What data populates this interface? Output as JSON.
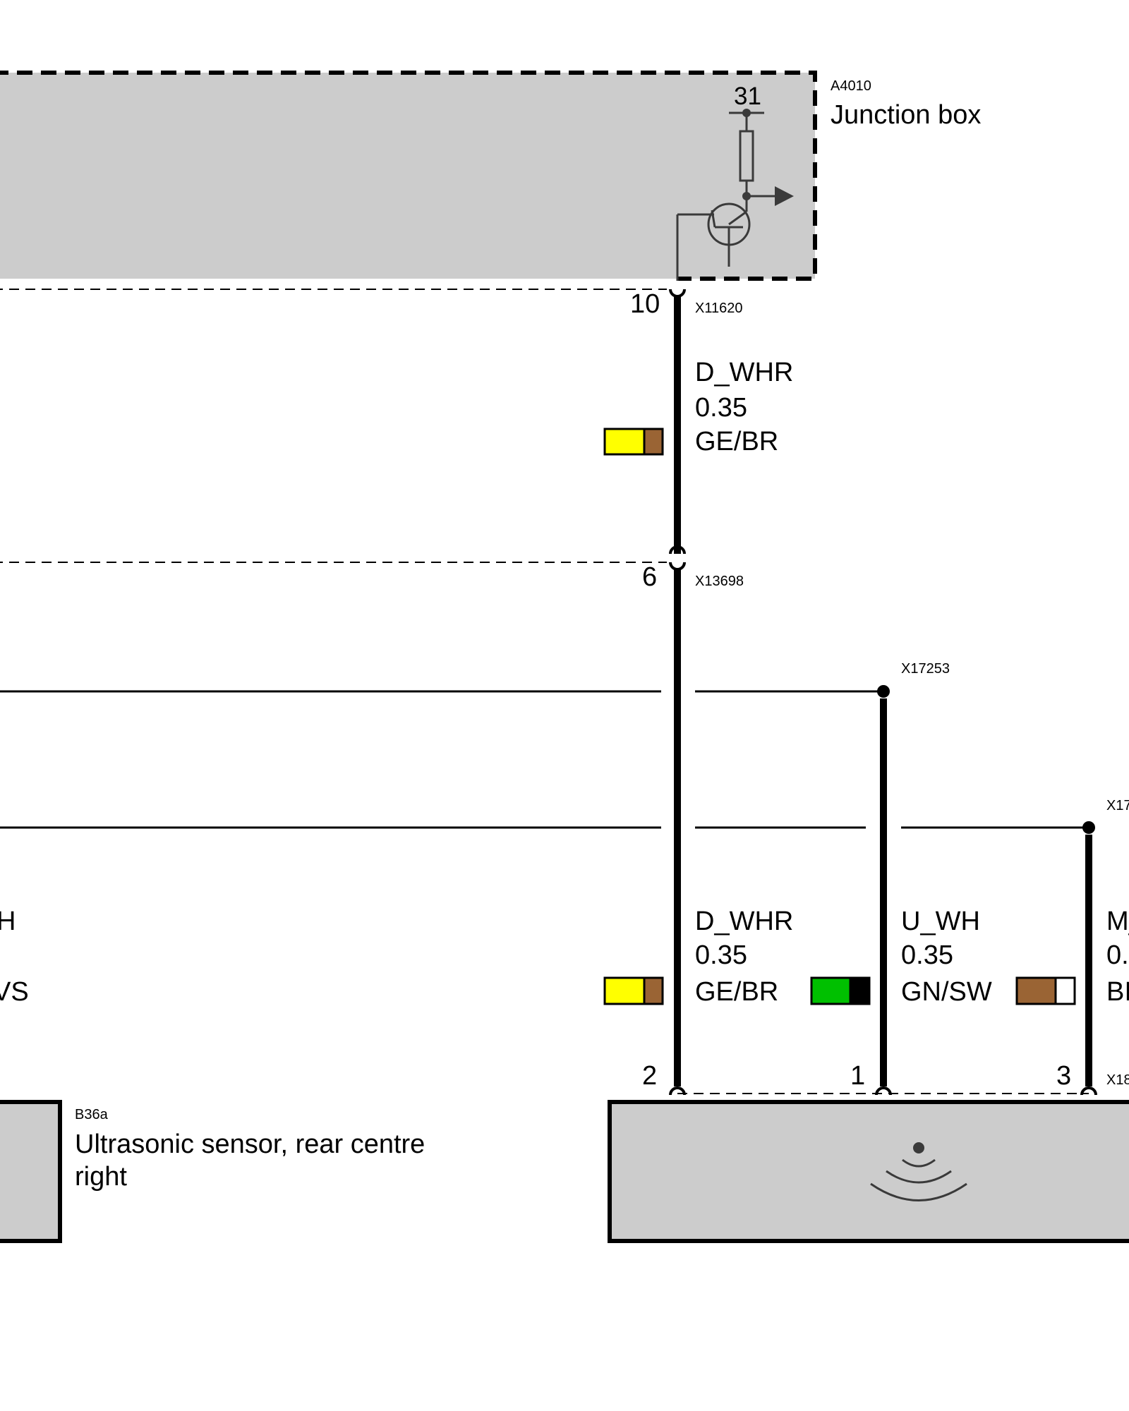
{
  "components": {
    "junction_box": {
      "id": "A4010",
      "name": "Junction box",
      "ground_label": "31"
    },
    "sensor": {
      "id": "B36a",
      "name_line1": "Ultrasonic sensor, rear centre",
      "name_line2": "right"
    }
  },
  "connectors": {
    "top": {
      "id": "X11620",
      "pin": "10"
    },
    "middle": {
      "id": "X13698",
      "pin": "6"
    },
    "splice1": {
      "id": "X17253"
    },
    "splice2": {
      "id": "X17"
    },
    "sensor_conn": {
      "id": "X18",
      "pins": [
        "2",
        "1",
        "3"
      ]
    }
  },
  "wires": {
    "upper": {
      "signal": "D_WHR",
      "size": "0.35",
      "color": "GE/BR",
      "colors_hex": [
        "#ffff00",
        "#9a6434"
      ]
    },
    "lower_left": {
      "signal": "D_WHR",
      "size": "0.35",
      "color": "GE/BR",
      "colors_hex": [
        "#ffff00",
        "#9a6434"
      ]
    },
    "lower_mid": {
      "signal": "U_WH",
      "size": "0.35",
      "color": "GN/SW",
      "colors_hex": [
        "#00c000",
        "#000000"
      ]
    },
    "lower_right": {
      "signal": "M_",
      "size": "0.",
      "color": "BI",
      "colors_hex": [
        "#9a6434",
        "#ffffff"
      ]
    },
    "left_partial": {
      "signal": "H",
      "color": "VS"
    }
  },
  "colors": {
    "component_fill": "#cccccc",
    "dark_line": "#3a3a3a"
  }
}
